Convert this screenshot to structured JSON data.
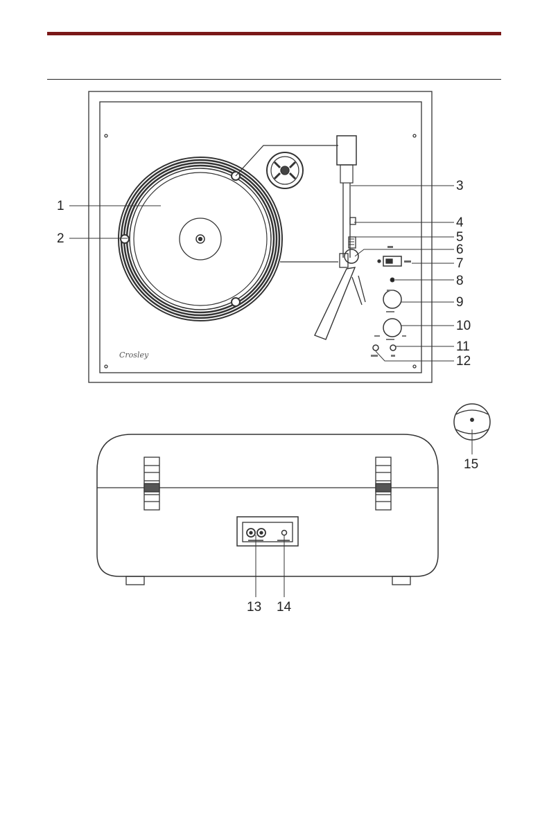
{
  "header": {
    "bar_color": "#7a1818"
  },
  "top_view": {
    "brand_mark": "Crosley",
    "callouts": [
      {
        "number": "1",
        "part": "platter"
      },
      {
        "number": "2",
        "part": "spindle"
      },
      {
        "number": "3",
        "part": "tonearm"
      },
      {
        "number": "4",
        "part": "arm-rest"
      },
      {
        "number": "5",
        "part": "tonearm-lift"
      },
      {
        "number": "6",
        "part": "auto-stop-switch"
      },
      {
        "number": "7",
        "part": "speed-selector"
      },
      {
        "number": "8",
        "part": "power-indicator"
      },
      {
        "number": "9",
        "part": "volume-knob"
      },
      {
        "number": "10",
        "part": "power-knob"
      },
      {
        "number": "11",
        "part": "headphone-jack"
      },
      {
        "number": "12",
        "part": "aux-in-jack"
      }
    ]
  },
  "rear_view": {
    "callouts": [
      {
        "number": "13",
        "part": "rca-output"
      },
      {
        "number": "14",
        "part": "dc-input"
      }
    ]
  },
  "adapter": {
    "callouts": [
      {
        "number": "15",
        "part": "45-rpm-adapter"
      }
    ]
  }
}
